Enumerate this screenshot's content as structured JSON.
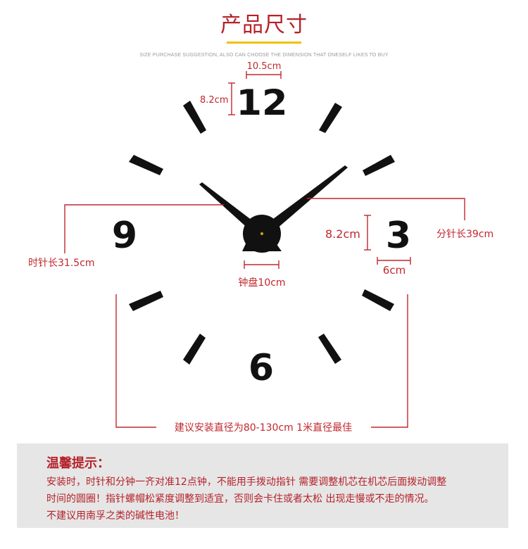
{
  "header": {
    "title": "产品尺寸",
    "subtitle": "SIZE PURCHASE SUGGESTION, ALSO CAN CHOOSE THE DIMENSION THAT ONESELF LIKES TO BUY"
  },
  "clock": {
    "numerals": {
      "twelve": "12",
      "three": "3",
      "six": "6",
      "nine": "9"
    }
  },
  "dimensions": {
    "numeral_width": "10.5cm",
    "numeral_height_top": "8.2cm",
    "numeral_height_right": "8.2cm",
    "numeral_3_width": "6cm",
    "minute_hand": "分针长39cm",
    "hour_hand": "时针长31.5cm",
    "dial": "钟盘10cm",
    "install_diameter": "建议安装直径为80-130cm  1米直径最佳"
  },
  "tips": {
    "title": "温馨提示：",
    "line1": "安装时，时针和分钟一齐对准12点钟，不能用手拨动指针 需要调整机芯在机芯后面拨动调整",
    "line2": "时间的圆圈！指针螺帽松紧度调整到适宜，否则会卡住或者太松 出现走慢或不走的情况。",
    "line3": "不建议用南孚之类的碱性电池！"
  },
  "colors": {
    "accent": "#b5222a",
    "underline": "#f0c000",
    "dimension_line": "#c0282e",
    "clock": "#111111",
    "tip_background": "#e6e6e6"
  }
}
